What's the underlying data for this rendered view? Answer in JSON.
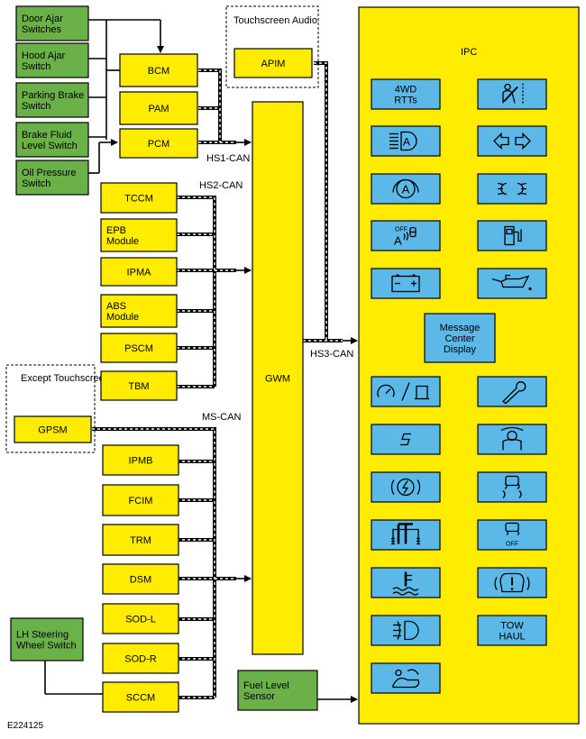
{
  "figure_id": "E224125",
  "inputs": [
    {
      "id": "door",
      "label": "Door Ajar Switches"
    },
    {
      "id": "hood",
      "label": "Hood Ajar Switch"
    },
    {
      "id": "parking",
      "label": "Parking Brake Switch"
    },
    {
      "id": "brakefluid",
      "label": "Brake Fluid Level Switch"
    },
    {
      "id": "oil",
      "label": "Oil Pressure Switch"
    },
    {
      "id": "lhsteering",
      "label": "LH Steering Wheel Switch"
    },
    {
      "id": "fuel",
      "label": "Fuel Level Sensor"
    }
  ],
  "groups": {
    "touchscreen": "Touchscreen Audio",
    "except": "Except Touchscreen Audio"
  },
  "modules": [
    {
      "id": "bcm",
      "label": "BCM"
    },
    {
      "id": "pam",
      "label": "PAM"
    },
    {
      "id": "pcm",
      "label": "PCM"
    },
    {
      "id": "apim",
      "label": "APIM"
    },
    {
      "id": "tccm",
      "label": "TCCM"
    },
    {
      "id": "epb",
      "label": "EPB Module"
    },
    {
      "id": "ipma",
      "label": "IPMA"
    },
    {
      "id": "abs",
      "label": "ABS Module"
    },
    {
      "id": "pscm",
      "label": "PSCM"
    },
    {
      "id": "tbm",
      "label": "TBM"
    },
    {
      "id": "gpsm",
      "label": "GPSM"
    },
    {
      "id": "ipmb",
      "label": "IPMB"
    },
    {
      "id": "fcim",
      "label": "FCIM"
    },
    {
      "id": "trm",
      "label": "TRM"
    },
    {
      "id": "dsm",
      "label": "DSM"
    },
    {
      "id": "sodl",
      "label": "SOD-L"
    },
    {
      "id": "sodr",
      "label": "SOD-R"
    },
    {
      "id": "sccm",
      "label": "SCCM"
    },
    {
      "id": "gwm",
      "label": "GWM"
    }
  ],
  "buses": {
    "hs1": "HS1-CAN",
    "hs2": "HS2-CAN",
    "hs3": "HS3-CAN",
    "ms": "MS-CAN"
  },
  "ipc": {
    "title": "IPC",
    "indicators": [
      {
        "id": "i4wd",
        "text": "4WD RTTs",
        "icon": "4wd-text"
      },
      {
        "id": "iseatbelt",
        "text": "",
        "icon": "seatbelt-icon"
      },
      {
        "id": "ihighbeam",
        "text": "",
        "icon": "auto-high-beam-icon"
      },
      {
        "id": "iturn",
        "text": "",
        "icon": "turn-signal-arrows-icon"
      },
      {
        "id": "iautostop",
        "text": "",
        "icon": "auto-start-stop-icon"
      },
      {
        "id": "isidelamp",
        "text": "",
        "icon": "side-lamps-icon"
      },
      {
        "id": "iairbag",
        "text": "",
        "icon": "passenger-airbag-off-icon"
      },
      {
        "id": "ifuel",
        "text": "",
        "icon": "low-fuel-icon"
      },
      {
        "id": "ibattery",
        "text": "",
        "icon": "battery-charge-icon"
      },
      {
        "id": "ioil",
        "text": "",
        "icon": "oil-pressure-icon"
      },
      {
        "id": "imsg",
        "text": "Message Center Display",
        "icon": "message-center-text"
      },
      {
        "id": "icruise",
        "text": "",
        "icon": "cruise-control-icon"
      },
      {
        "id": "iwrench",
        "text": "",
        "icon": "powertrain-fault-wrench-icon"
      },
      {
        "id": "iengine",
        "text": "",
        "icon": "engine-lamp-icon"
      },
      {
        "id": "iglow",
        "text": "",
        "icon": "glow-plug-icon"
      },
      {
        "id": "ibrake",
        "text": "",
        "icon": "brake-warning-icon"
      },
      {
        "id": "itraction",
        "text": "",
        "icon": "traction-control-icon"
      },
      {
        "id": "itire",
        "text": "",
        "icon": "hill-descent-icon"
      },
      {
        "id": "itracoff",
        "text": "",
        "icon": "traction-control-off-icon"
      },
      {
        "id": "itemp",
        "text": "",
        "icon": "coolant-temperature-icon"
      },
      {
        "id": "itpms",
        "text": "",
        "icon": "tire-pressure-icon"
      },
      {
        "id": "ifog",
        "text": "",
        "icon": "front-fog-lamp-icon"
      },
      {
        "id": "itow",
        "text": "TOW HAUL",
        "icon": "tow-haul-text"
      },
      {
        "id": "ilane",
        "text": "",
        "icon": "lane-keeping-icon"
      }
    ],
    "off_text": "OFF"
  },
  "colors": {
    "module_fill": "#ffec00",
    "input_fill": "#6bb14a",
    "indicator_fill": "#5cb8e6",
    "ipc_fill": "#ffec00"
  }
}
